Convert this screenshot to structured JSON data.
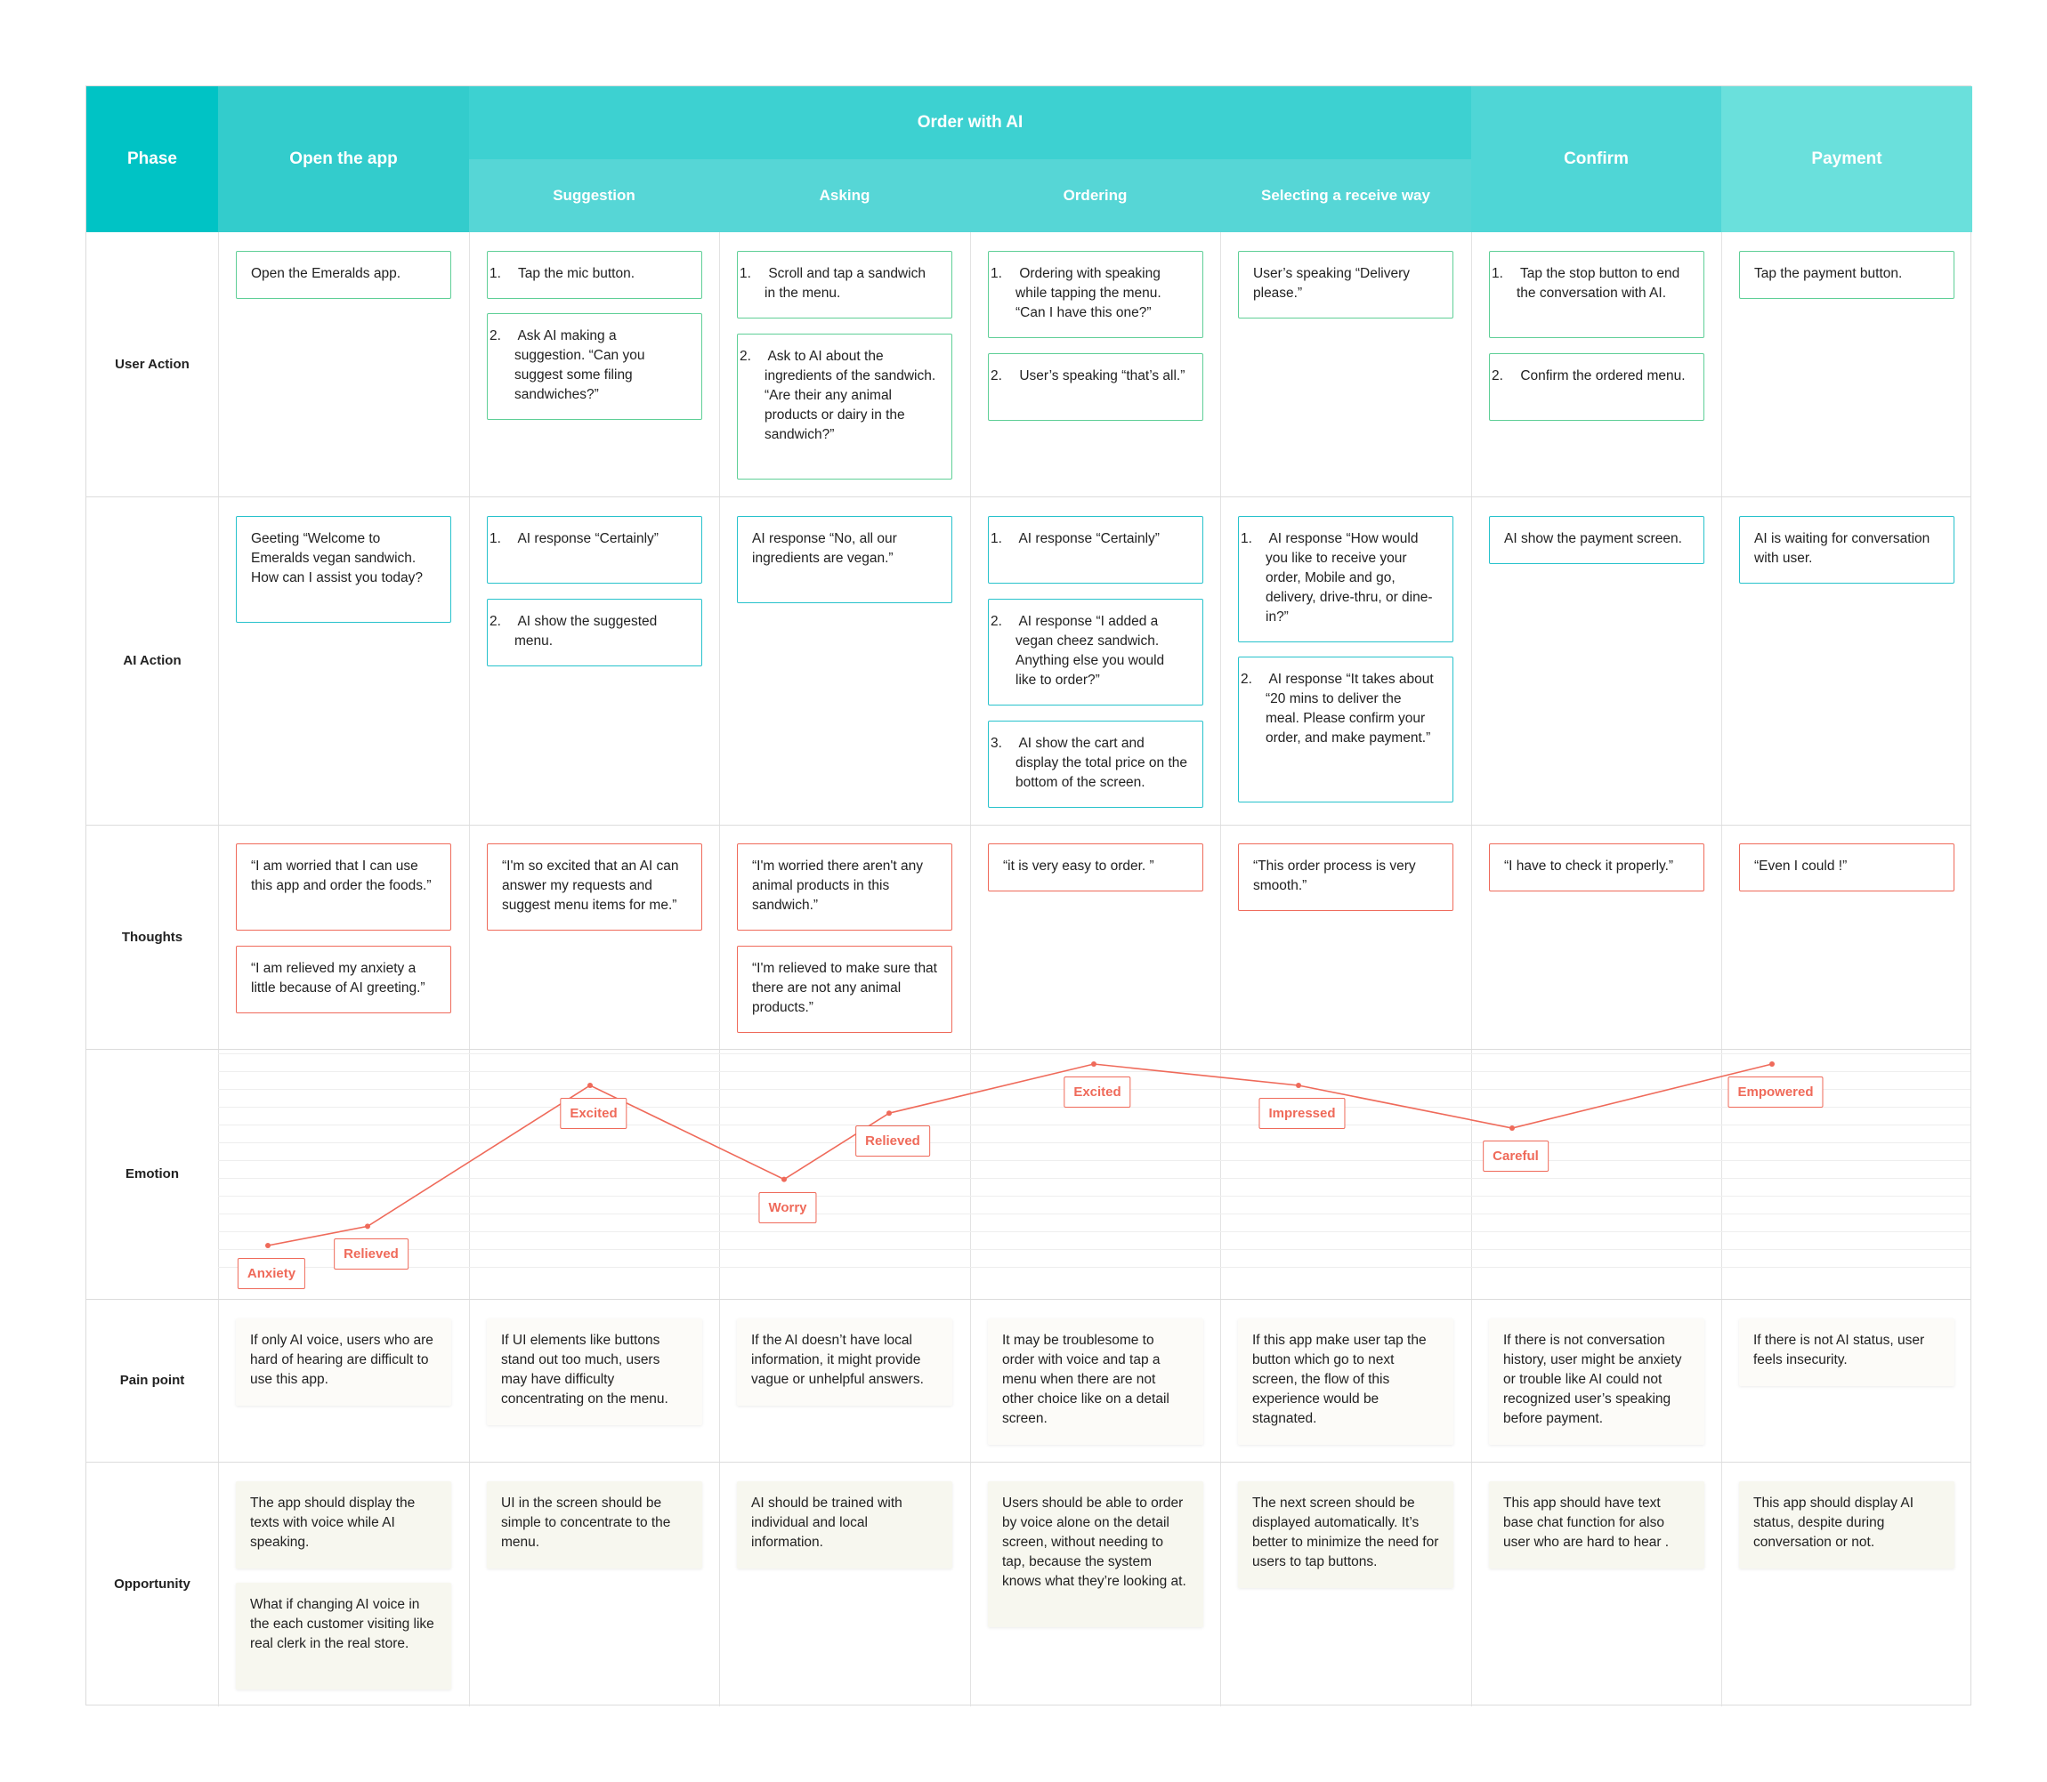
{
  "header": {
    "phase_label": "Phase",
    "phases": [
      "Open the app",
      "Order with AI",
      "Confirm",
      "Payment"
    ],
    "subphases": [
      "Suggestion",
      "Asking",
      "Ordering",
      "Selecting a receive way"
    ]
  },
  "rows": {
    "user_action": "User Action",
    "ai_action": "AI Action",
    "thoughts": "Thoughts",
    "emotion": "Emotion",
    "pain_point": "Pain point",
    "opportunity": "Opportunity"
  },
  "user_action": [
    [
      "Open the Emeralds app."
    ],
    [
      "Tap the mic button.",
      "Ask AI making a suggestion. “Can you suggest some filing sandwiches?”"
    ],
    [
      "Scroll and tap a sandwich in the menu.",
      "Ask to AI about the ingredients of the sandwich. “Are their any animal products or dairy in the sandwich?”"
    ],
    [
      "Ordering with speaking while tapping the menu. “Can I have this one?”",
      "User’s speaking “that’s all.”"
    ],
    [
      "User’s speaking “Delivery please.”"
    ],
    [
      "Tap the stop button to end the conversation with AI.",
      "Confirm the ordered menu."
    ],
    [
      "Tap the payment button."
    ]
  ],
  "ai_action": [
    [
      "Geeting “Welcome to Emeralds vegan sandwich. How can I assist you today?"
    ],
    [
      "AI response “Certainly”",
      "AI show the suggested menu."
    ],
    [
      "AI response “No, all our ingredients are vegan.”"
    ],
    [
      "AI response “Certainly”",
      "AI response “I added a vegan cheez sandwich. Anything else you would like to order?”",
      "AI show the cart and display the total price on the bottom of the screen."
    ],
    [
      "AI response “How would you like to receive your order, Mobile and go, delivery, drive-thru, or dine-in?”",
      "AI response “It takes about “20 mins to deliver the meal. Please confirm your order, and make payment.”"
    ],
    [
      "AI show the payment screen."
    ],
    [
      "AI is waiting for conversation with user."
    ]
  ],
  "thoughts": [
    [
      "“I am worried that I can use this app and order the foods.”",
      "“I am relieved my anxiety a little because of AI greeting.”"
    ],
    [
      "“I'm so excited that an AI can answer my requests and suggest menu items for me.”"
    ],
    [
      "“I'm worried there aren't any animal products in this sandwich.”",
      "“I'm relieved to make sure that there are not any animal products.”"
    ],
    [
      "“it is very easy to order. ”"
    ],
    [
      "“This order process is very smooth.”"
    ],
    [
      "“I have to check it properly.”"
    ],
    [
      "“Even I could !”"
    ]
  ],
  "emotion_points": [
    {
      "label": "Anxiety",
      "level": 0.1
    },
    {
      "label": "Relieved",
      "level": 0.19
    },
    {
      "label": "Excited",
      "level": 0.85
    },
    {
      "label": "Worry",
      "level": 0.41
    },
    {
      "label": "Relieved",
      "level": 0.72
    },
    {
      "label": "Excited",
      "level": 0.95
    },
    {
      "label": "Impressed",
      "level": 0.85
    },
    {
      "label": "Careful",
      "level": 0.65
    },
    {
      "label": "Empowered",
      "level": 0.95
    }
  ],
  "pain_point": [
    "If only AI voice, users who are hard of hearing are difficult to use this app.",
    "If UI elements like buttons stand out too much, users may have difficulty concentrating on the menu.",
    "If the AI doesn’t have local information, it might provide vague or unhelpful answers.",
    "It may be troublesome to order with voice and tap a menu when there are not other choice like on a detail screen.",
    "If this app make user tap the button which go to next screen, the flow of this experience would be stagnated.",
    "If there is not conversation history, user might be anxiety or trouble like AI could not recognized user’s speaking before payment.",
    "If there is not AI status, user feels insecurity."
  ],
  "opportunity": [
    [
      "The app should display the texts with voice while AI speaking.",
      "What if changing AI voice in the each customer visiting like real clerk in the real store."
    ],
    [
      "UI in the screen should be simple to concentrate to the menu."
    ],
    [
      "AI should be trained with individual and local information."
    ],
    [
      "Users should be able to order by voice alone on the detail screen, without needing to tap, because the system knows what they’re looking at."
    ],
    [
      "The next screen should be displayed automatically. It’s better to minimize the need for users to tap buttons."
    ],
    [
      "This app should have text base chat function for also user who are hard to hear ."
    ],
    [
      "This app should display AI status, despite during conversation or not."
    ]
  ],
  "colors": {
    "phase_header": "#00c3c5",
    "order_header": "#3dd1d1",
    "subphase_header": "#56d6d6",
    "payment_header": "#6ae0dc",
    "user_border": "#5fcf97",
    "ai_border": "#27c2cc",
    "thought_border": "#ef6a5a"
  }
}
